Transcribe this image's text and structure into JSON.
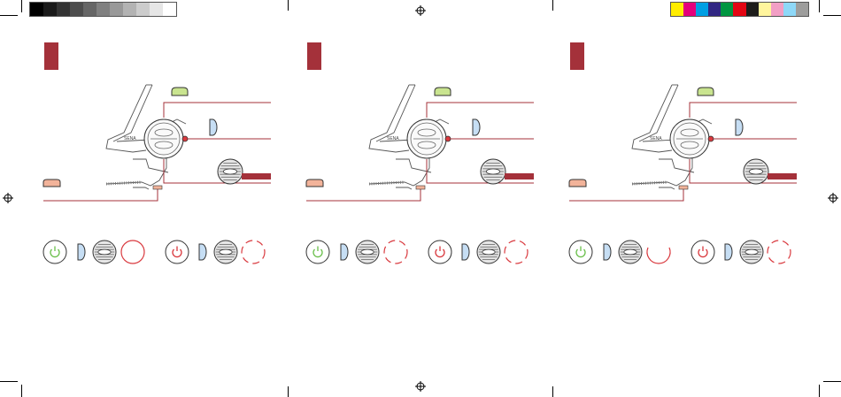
{
  "gray_swatches": [
    "#000000",
    "#1a1a1a",
    "#333333",
    "#4d4d4d",
    "#666666",
    "#808080",
    "#999999",
    "#b3b3b3",
    "#cccccc",
    "#e6e6e6",
    "#ffffff"
  ],
  "color_swatches": [
    "#ffed00",
    "#e4007c",
    "#009fe3",
    "#312783",
    "#009640",
    "#e30613",
    "#1d1d1b",
    "#fff59d",
    "#f29fc5",
    "#8ed8f8",
    "#9d9d9c"
  ],
  "panels": [
    {
      "id": "panel-1",
      "red_circle_style": "solid"
    },
    {
      "id": "panel-2",
      "red_circle_style": "dashed-partial"
    },
    {
      "id": "panel-3",
      "red_circle_style": "open-bottom"
    }
  ],
  "device": {
    "brand_text": "SENA"
  },
  "colors": {
    "accent_red": "#a4313a",
    "green_button": "#c9e48f",
    "blue_button": "#c6def4",
    "salmon_button": "#f2b39a",
    "power_green": "#6abf4b",
    "power_red": "#d9393e"
  },
  "icons": {
    "power": "power-icon",
    "phone_button": "phone-button-icon",
    "jog_dial": "jog-dial-icon",
    "led": "led-indicator-icon"
  }
}
